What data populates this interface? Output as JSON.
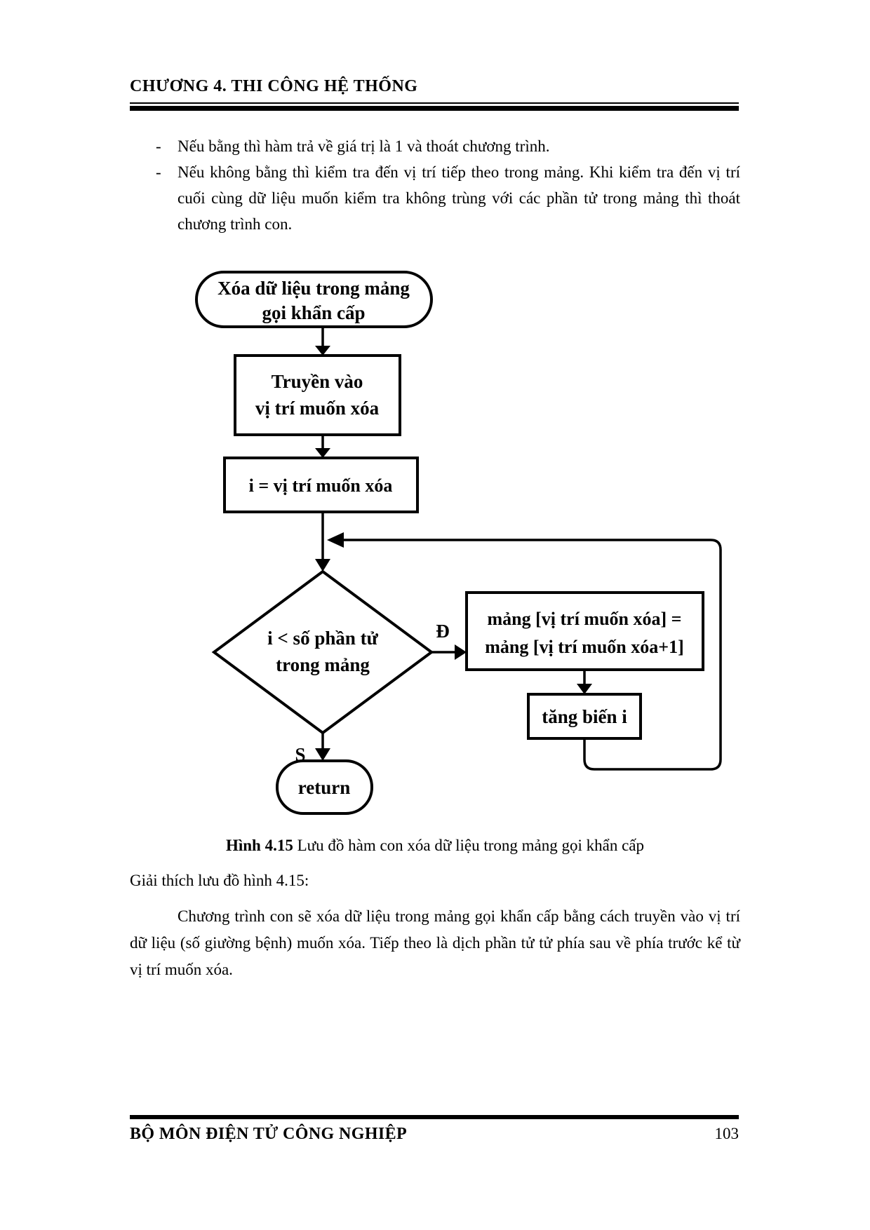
{
  "colors": {
    "ink": "#000000",
    "paper": "#ffffff"
  },
  "header": {
    "title": "CHƯƠNG 4. THI CÔNG HỆ THỐNG"
  },
  "bullets": [
    {
      "marker": "-",
      "text": "Nếu bằng thì hàm trả về giá trị là 1 và thoát chương trình."
    },
    {
      "marker": "-",
      "text": "Nếu không bằng thì kiểm tra đến vị trí tiếp theo trong mảng. Khi kiểm tra đến vị trí cuối cùng dữ liệu muốn kiểm tra không trùng với các phần tử trong mảng thì thoát chương trình con."
    }
  ],
  "flowchart": {
    "start": {
      "line1": "Xóa dữ liệu trong mảng",
      "line2": "gọi khẩn cấp"
    },
    "input_box": {
      "line1": "Truyền vào",
      "line2": "vị trí muốn xóa"
    },
    "assign_box": "i = vị trí muốn xóa",
    "decision": {
      "line1": "i < số phần tử",
      "line2": "trong mảng"
    },
    "label_yes": "Đ",
    "label_no": "S",
    "shift_box": {
      "line1": "mảng [vị trí muốn xóa] =",
      "line2": "mảng [vị trí muốn xóa+1]"
    },
    "increment_box": "tăng biến i",
    "end": "return"
  },
  "caption": {
    "label": "Hình 4.15",
    "text": "Lưu đồ hàm con xóa dữ liệu trong mảng gọi khẩn cấp"
  },
  "explanation": {
    "heading": "Giải thích lưu đồ hình 4.15:",
    "paragraph": "Chương trình con sẽ xóa dữ liệu trong mảng gọi khẩn cấp bằng cách truyền vào vị trí dữ liệu (số giường bệnh) muốn xóa. Tiếp theo là dịch phần tử tử phía sau về phía trước kể từ vị trí muốn xóa."
  },
  "footer": {
    "department": "BỘ MÔN ĐIỆN TỬ CÔNG NGHIỆP",
    "page_number": "103"
  }
}
